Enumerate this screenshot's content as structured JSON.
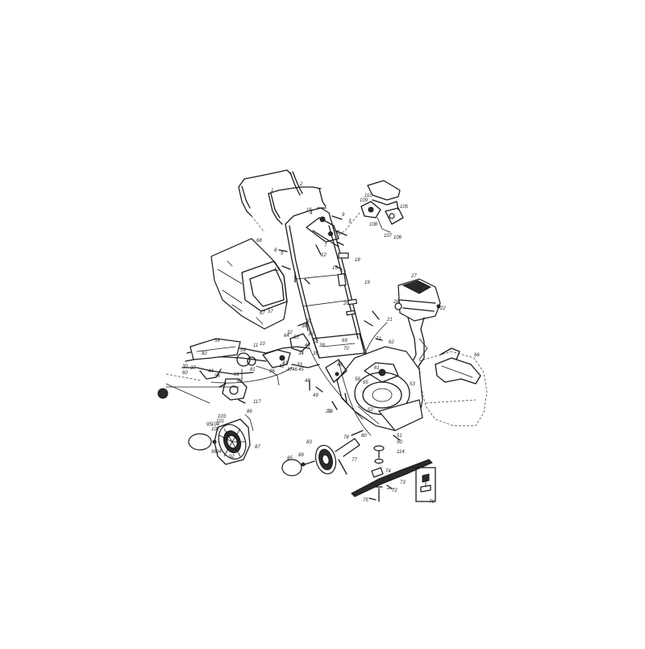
{
  "diagram": {
    "part_numbers": [
      "1",
      "2",
      "3",
      "4",
      "5",
      "6",
      "7",
      "8",
      "9",
      "10",
      "11",
      "12",
      "13",
      "14",
      "15",
      "16",
      "17",
      "18",
      "19",
      "20",
      "21",
      "22",
      "26",
      "27",
      "28",
      "29",
      "30",
      "31",
      "32",
      "33",
      "34",
      "35",
      "36",
      "37",
      "38",
      "39",
      "40",
      "41",
      "42",
      "43",
      "44",
      "45",
      "46",
      "47",
      "48",
      "49",
      "50",
      "51",
      "52",
      "53",
      "54",
      "55",
      "56",
      "57",
      "58",
      "59",
      "60",
      "61",
      "62",
      "63",
      "64",
      "65",
      "66",
      "67",
      "68",
      "69",
      "70",
      "71",
      "72",
      "73",
      "74",
      "75",
      "76",
      "77",
      "78",
      "79",
      "80",
      "81",
      "82",
      "83",
      "85",
      "86",
      "87",
      "89",
      "91",
      "92",
      "94",
      "95",
      "96",
      "101",
      "102",
      "103",
      "104",
      "105",
      "106",
      "107",
      "108",
      "109",
      "110",
      "114",
      "117"
    ]
  }
}
